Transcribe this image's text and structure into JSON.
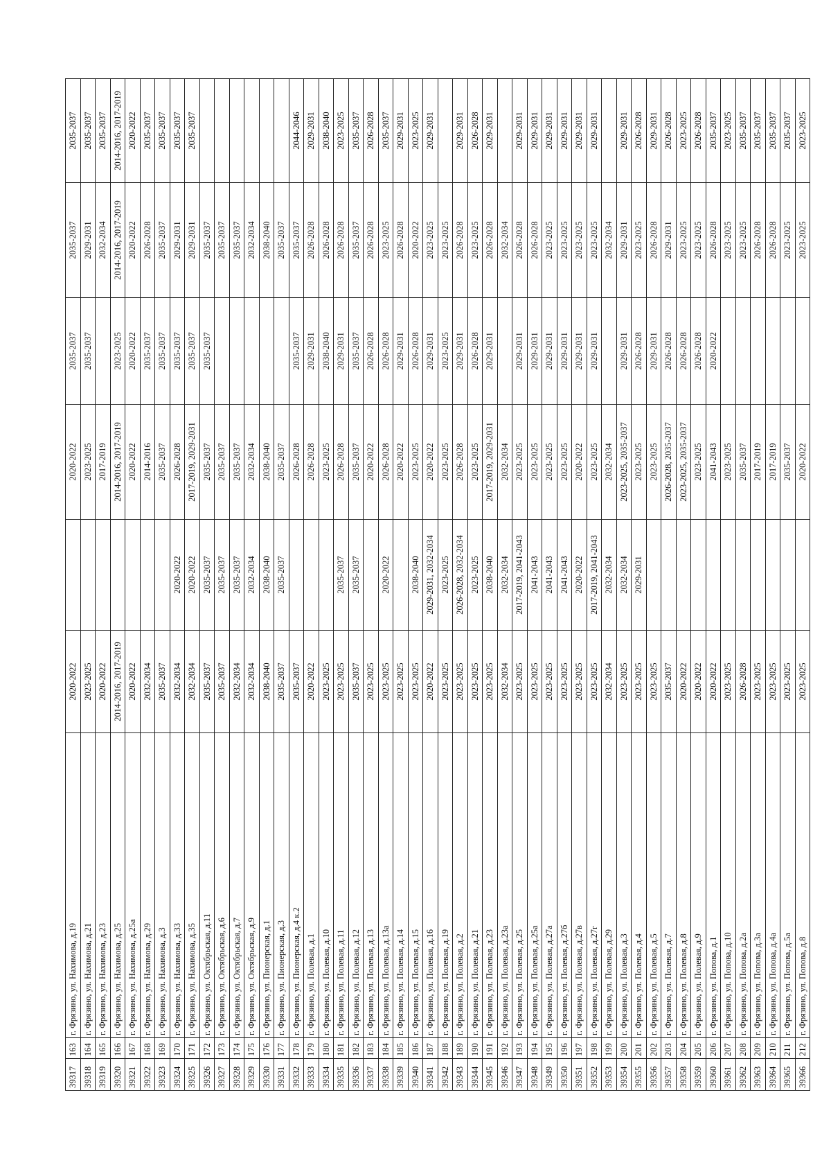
{
  "rows": [
    {
      "id": "39317",
      "n": "163",
      "addr": "г. Фрязино, ул. Нахимова, д.19",
      "d": [
        "2020-2022",
        "",
        "2020-2022",
        "2035-2037",
        "2035-2037",
        "2035-2037"
      ]
    },
    {
      "id": "39318",
      "n": "164",
      "addr": "г. Фрязино, ул. Нахимова, д.21",
      "d": [
        "2023-2025",
        "",
        "2023-2025",
        "2035-2037",
        "2029-2031",
        "2035-2037"
      ]
    },
    {
      "id": "39319",
      "n": "165",
      "addr": "г. Фрязино, ул. Нахимова, д.23",
      "d": [
        "2020-2022",
        "",
        "2017-2019",
        "",
        "2032-2034",
        "2035-2037"
      ]
    },
    {
      "id": "39320",
      "n": "166",
      "addr": "г. Фрязино, ул. Нахимова, д.25",
      "d": [
        "2014-2016, 2017-2019",
        "",
        "2014-2016, 2017-2019",
        "2023-2025",
        "2014-2016, 2017-2019",
        "2014-2016, 2017-2019"
      ]
    },
    {
      "id": "39321",
      "n": "167",
      "addr": "г. Фрязино, ул. Нахимова, д.25а",
      "d": [
        "2020-2022",
        "",
        "2020-2022",
        "2020-2022",
        "2020-2022",
        "2020-2022"
      ]
    },
    {
      "id": "39322",
      "n": "168",
      "addr": "г. Фрязино, ул. Нахимова, д.29",
      "d": [
        "2032-2034",
        "",
        "2014-2016",
        "2035-2037",
        "2026-2028",
        "2035-2037"
      ]
    },
    {
      "id": "39323",
      "n": "169",
      "addr": "г. Фрязино, ул. Нахимова, д.3",
      "d": [
        "2035-2037",
        "",
        "2035-2037",
        "2035-2037",
        "2035-2037",
        "2035-2037"
      ]
    },
    {
      "id": "39324",
      "n": "170",
      "addr": "г. Фрязино, ул. Нахимова, д.33",
      "d": [
        "2032-2034",
        "2020-2022",
        "2026-2028",
        "2035-2037",
        "2029-2031",
        "2035-2037"
      ]
    },
    {
      "id": "39325",
      "n": "171",
      "addr": "г. Фрязино, ул. Нахимова, д.35",
      "d": [
        "2032-2034",
        "2020-2022",
        "2017-2019, 2029-2031",
        "2035-2037",
        "2029-2031",
        "2035-2037"
      ]
    },
    {
      "id": "39326",
      "n": "172",
      "addr": "г. Фрязино, ул. Октябрьская, д.11",
      "d": [
        "2035-2037",
        "2035-2037",
        "2035-2037",
        "2035-2037",
        "2035-2037",
        ""
      ]
    },
    {
      "id": "39327",
      "n": "173",
      "addr": "г. Фрязино, ул. Октябрьская, д.6",
      "d": [
        "2035-2037",
        "2035-2037",
        "2035-2037",
        "",
        "2035-2037",
        ""
      ]
    },
    {
      "id": "39328",
      "n": "174",
      "addr": "г. Фрязино, ул. Октябрьская, д.7",
      "d": [
        "2032-2034",
        "2035-2037",
        "2035-2037",
        "",
        "2035-2037",
        ""
      ]
    },
    {
      "id": "39329",
      "n": "175",
      "addr": "г. Фрязино, ул. Октябрьская, д.9",
      "d": [
        "2032-2034",
        "2032-2034",
        "2032-2034",
        "",
        "2032-2034",
        ""
      ]
    },
    {
      "id": "39330",
      "n": "176",
      "addr": "г. Фрязино, ул. Пионерская, д.1",
      "d": [
        "2038-2040",
        "2038-2040",
        "2038-2040",
        "",
        "2038-2040",
        ""
      ]
    },
    {
      "id": "39331",
      "n": "177",
      "addr": "г. Фрязино, ул. Пионерская, д.3",
      "d": [
        "2035-2037",
        "2035-2037",
        "2035-2037",
        "",
        "2035-2037",
        ""
      ]
    },
    {
      "id": "39332",
      "n": "178",
      "addr": "г. Фрязино, ул. Пионерская, д.4 к.2",
      "d": [
        "2035-2037",
        "",
        "2026-2028",
        "2035-2037",
        "2035-2037",
        "2044-2046"
      ]
    },
    {
      "id": "39333",
      "n": "179",
      "addr": "г. Фрязино, ул. Полевая, д.1",
      "d": [
        "2020-2022",
        "",
        "2026-2028",
        "2029-2031",
        "2026-2028",
        "2029-2031"
      ]
    },
    {
      "id": "39334",
      "n": "180",
      "addr": "г. Фрязино, ул. Полевая, д.10",
      "d": [
        "2023-2025",
        "",
        "2023-2025",
        "2038-2040",
        "2026-2028",
        "2038-2040"
      ]
    },
    {
      "id": "39335",
      "n": "181",
      "addr": "г. Фрязино, ул. Полевая, д.11",
      "d": [
        "2023-2025",
        "2035-2037",
        "2026-2028",
        "2029-2031",
        "2026-2028",
        "2023-2025"
      ]
    },
    {
      "id": "39336",
      "n": "182",
      "addr": "г. Фрязино, ул. Полевая, д.12",
      "d": [
        "2035-2037",
        "2035-2037",
        "2035-2037",
        "2035-2037",
        "2035-2037",
        "2035-2037"
      ]
    },
    {
      "id": "39337",
      "n": "183",
      "addr": "г. Фрязино, ул. Полевая, д.13",
      "d": [
        "2023-2025",
        "",
        "2020-2022",
        "2026-2028",
        "2026-2028",
        "2026-2028"
      ]
    },
    {
      "id": "39338",
      "n": "184",
      "addr": "г. Фрязино, ул. Полевая, д.13а",
      "d": [
        "2023-2025",
        "2020-2022",
        "2026-2028",
        "2026-2028",
        "2023-2025",
        "2035-2037"
      ]
    },
    {
      "id": "39339",
      "n": "185",
      "addr": "г. Фрязино, ул. Полевая, д.14",
      "d": [
        "2023-2025",
        "",
        "2020-2022",
        "2029-2031",
        "2026-2028",
        "2029-2031"
      ]
    },
    {
      "id": "39340",
      "n": "186",
      "addr": "г. Фрязино, ул. Полевая, д.15",
      "d": [
        "2023-2025",
        "2038-2040",
        "2023-2025",
        "2026-2028",
        "2020-2022",
        "2023-2025"
      ]
    },
    {
      "id": "39341",
      "n": "187",
      "addr": "г. Фрязино, ул. Полевая, д.16",
      "d": [
        "2020-2022",
        "2029-2031, 2032-2034",
        "2020-2022",
        "2029-2031",
        "2023-2025",
        "2029-2031"
      ]
    },
    {
      "id": "39342",
      "n": "188",
      "addr": "г. Фрязино, ул. Полевая, д.19",
      "d": [
        "2023-2025",
        "2023-2025",
        "2023-2025",
        "2023-2025",
        "2023-2025",
        ""
      ]
    },
    {
      "id": "39343",
      "n": "189",
      "addr": "г. Фрязино, ул. Полевая, д.2",
      "d": [
        "2023-2025",
        "2026-2028, 2032-2034",
        "2026-2028",
        "2029-2031",
        "2026-2028",
        "2029-2031"
      ]
    },
    {
      "id": "39344",
      "n": "190",
      "addr": "г. Фрязино, ул. Полевая, д.21",
      "d": [
        "2023-2025",
        "2023-2025",
        "2023-2025",
        "2026-2028",
        "2023-2025",
        "2026-2028"
      ]
    },
    {
      "id": "39345",
      "n": "191",
      "addr": "г. Фрязино, ул. Полевая, д.23",
      "d": [
        "2023-2025",
        "2038-2040",
        "2017-2019, 2029-2031",
        "2029-2031",
        "2026-2028",
        "2029-2031"
      ]
    },
    {
      "id": "39346",
      "n": "192",
      "addr": "г. Фрязино, ул. Полевая, д.23а",
      "d": [
        "2032-2034",
        "2032-2034",
        "2032-2034",
        "",
        "2032-2034",
        ""
      ]
    },
    {
      "id": "39347",
      "n": "193",
      "addr": "г. Фрязино, ул. Полевая, д.25",
      "d": [
        "2023-2025",
        "2017-2019, 2041-2043",
        "2023-2025",
        "2029-2031",
        "2026-2028",
        "2029-2031"
      ]
    },
    {
      "id": "39348",
      "n": "194",
      "addr": "г. Фрязино, ул. Полевая, д.25а",
      "d": [
        "2023-2025",
        "2041-2043",
        "2023-2025",
        "2029-2031",
        "2026-2028",
        "2029-2031"
      ]
    },
    {
      "id": "39349",
      "n": "195",
      "addr": "г. Фрязино, ул. Полевая, д.27а",
      "d": [
        "2023-2025",
        "2041-2043",
        "2023-2025",
        "2029-2031",
        "2023-2025",
        "2029-2031"
      ]
    },
    {
      "id": "39350",
      "n": "196",
      "addr": "г. Фрязино, ул. Полевая, д.27б",
      "d": [
        "2023-2025",
        "2041-2043",
        "2023-2025",
        "2029-2031",
        "2023-2025",
        "2029-2031"
      ]
    },
    {
      "id": "39351",
      "n": "197",
      "addr": "г. Фрязино, ул. Полевая, д.27в",
      "d": [
        "2023-2025",
        "2020-2022",
        "2020-2022",
        "2029-2031",
        "2023-2025",
        "2029-2031"
      ]
    },
    {
      "id": "39352",
      "n": "198",
      "addr": "г. Фрязино, ул. Полевая, д.27г",
      "d": [
        "2023-2025",
        "2017-2019, 2041-2043",
        "2023-2025",
        "2029-2031",
        "2023-2025",
        "2029-2031"
      ]
    },
    {
      "id": "39353",
      "n": "199",
      "addr": "г. Фрязино, ул. Полевая, д.29",
      "d": [
        "2032-2034",
        "2032-2034",
        "2032-2034",
        "",
        "2032-2034",
        ""
      ]
    },
    {
      "id": "39354",
      "n": "200",
      "addr": "г. Фрязино, ул. Полевая, д.3",
      "d": [
        "2023-2025",
        "2032-2034",
        "2023-2025, 2035-2037",
        "2029-2031",
        "2029-2031",
        "2029-2031"
      ]
    },
    {
      "id": "39355",
      "n": "201",
      "addr": "г. Фрязино, ул. Полевая, д.4",
      "d": [
        "2023-2025",
        "2029-2031",
        "2023-2025",
        "2026-2028",
        "2023-2025",
        "2026-2028"
      ]
    },
    {
      "id": "39356",
      "n": "202",
      "addr": "г. Фрязино, ул. Полевая, д.5",
      "d": [
        "2023-2025",
        "",
        "2023-2025",
        "2029-2031",
        "2026-2028",
        "2029-2031"
      ]
    },
    {
      "id": "39357",
      "n": "203",
      "addr": "г. Фрязино, ул. Полевая, д.7",
      "d": [
        "2035-2037",
        "",
        "2026-2028, 2035-2037",
        "2026-2028",
        "2029-2031",
        "2026-2028"
      ]
    },
    {
      "id": "39358",
      "n": "204",
      "addr": "г. Фрязино, ул. Полевая, д.8",
      "d": [
        "2020-2022",
        "",
        "2023-2025, 2035-2037",
        "2026-2028",
        "2023-2025",
        "2023-2025"
      ]
    },
    {
      "id": "39359",
      "n": "205",
      "addr": "г. Фрязино, ул. Полевая, д.9",
      "d": [
        "2020-2022",
        "",
        "2023-2025",
        "2026-2028",
        "2023-2025",
        "2026-2028"
      ]
    },
    {
      "id": "39360",
      "n": "206",
      "addr": "г. Фрязино, ул. Попова, д.1",
      "d": [
        "2020-2022",
        "",
        "2041-2043",
        "2020-2022",
        "2026-2028",
        "2035-2037"
      ]
    },
    {
      "id": "39361",
      "n": "207",
      "addr": "г. Фрязино, ул. Попова, д.10",
      "d": [
        "2023-2025",
        "",
        "2023-2025",
        "",
        "2023-2025",
        "2023-2025"
      ]
    },
    {
      "id": "39362",
      "n": "208",
      "addr": "г. Фрязино, ул. Попова, д.2а",
      "d": [
        "2026-2028",
        "",
        "2035-2037",
        "",
        "2023-2025",
        "2035-2037"
      ]
    },
    {
      "id": "39363",
      "n": "209",
      "addr": "г. Фрязино, ул. Попова, д.3а",
      "d": [
        "2023-2025",
        "",
        "2017-2019",
        "",
        "2026-2028",
        "2035-2037"
      ]
    },
    {
      "id": "39364",
      "n": "210",
      "addr": "г. Фрязино, ул. Попова, д.4а",
      "d": [
        "2023-2025",
        "",
        "2017-2019",
        "",
        "2026-2028",
        "2035-2037"
      ]
    },
    {
      "id": "39365",
      "n": "211",
      "addr": "г. Фрязино, ул. Попова, д.5а",
      "d": [
        "2023-2025",
        "",
        "2035-2037",
        "",
        "2023-2025",
        "2035-2037"
      ]
    },
    {
      "id": "39366",
      "n": "212",
      "addr": "г. Фрязино, ул. Попова, д.8",
      "d": [
        "2023-2025",
        "",
        "2020-2022",
        "",
        "2023-2025",
        "2023-2025"
      ]
    }
  ]
}
